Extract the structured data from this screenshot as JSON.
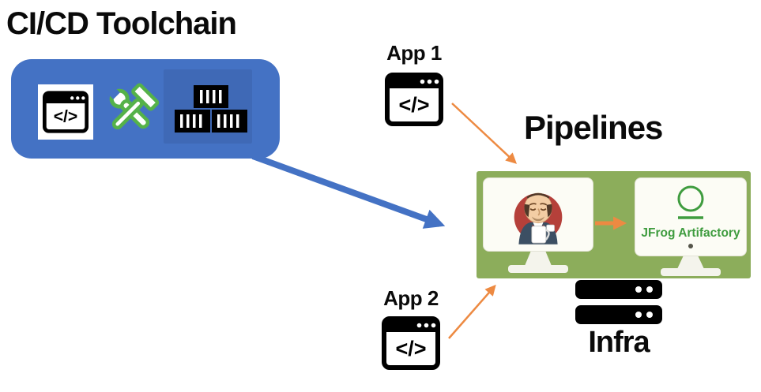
{
  "title": "CI/CD Toolchain",
  "toolchain": {
    "icons": [
      {
        "name": "code-window-icon"
      },
      {
        "name": "tools-icon"
      },
      {
        "name": "containers-icon"
      }
    ]
  },
  "glyphs": {
    "code": "</>"
  },
  "apps": [
    {
      "label": "App 1"
    },
    {
      "label": "App 2"
    }
  ],
  "pipelines": {
    "label": "Pipelines",
    "artifactory_label": "JFrog Artifactory"
  },
  "infra": {
    "label": "Infra"
  },
  "colors": {
    "toolchain_blue": "#4472C4",
    "arrow_orange": "#ED8A42",
    "pipeline_green_bg": "#8CAD5B",
    "jfrog_green": "#3F9C3F",
    "tool_icon_green": "#55B249",
    "jenkins_red": "#B5403A",
    "text_black": "#0A0A0A"
  }
}
